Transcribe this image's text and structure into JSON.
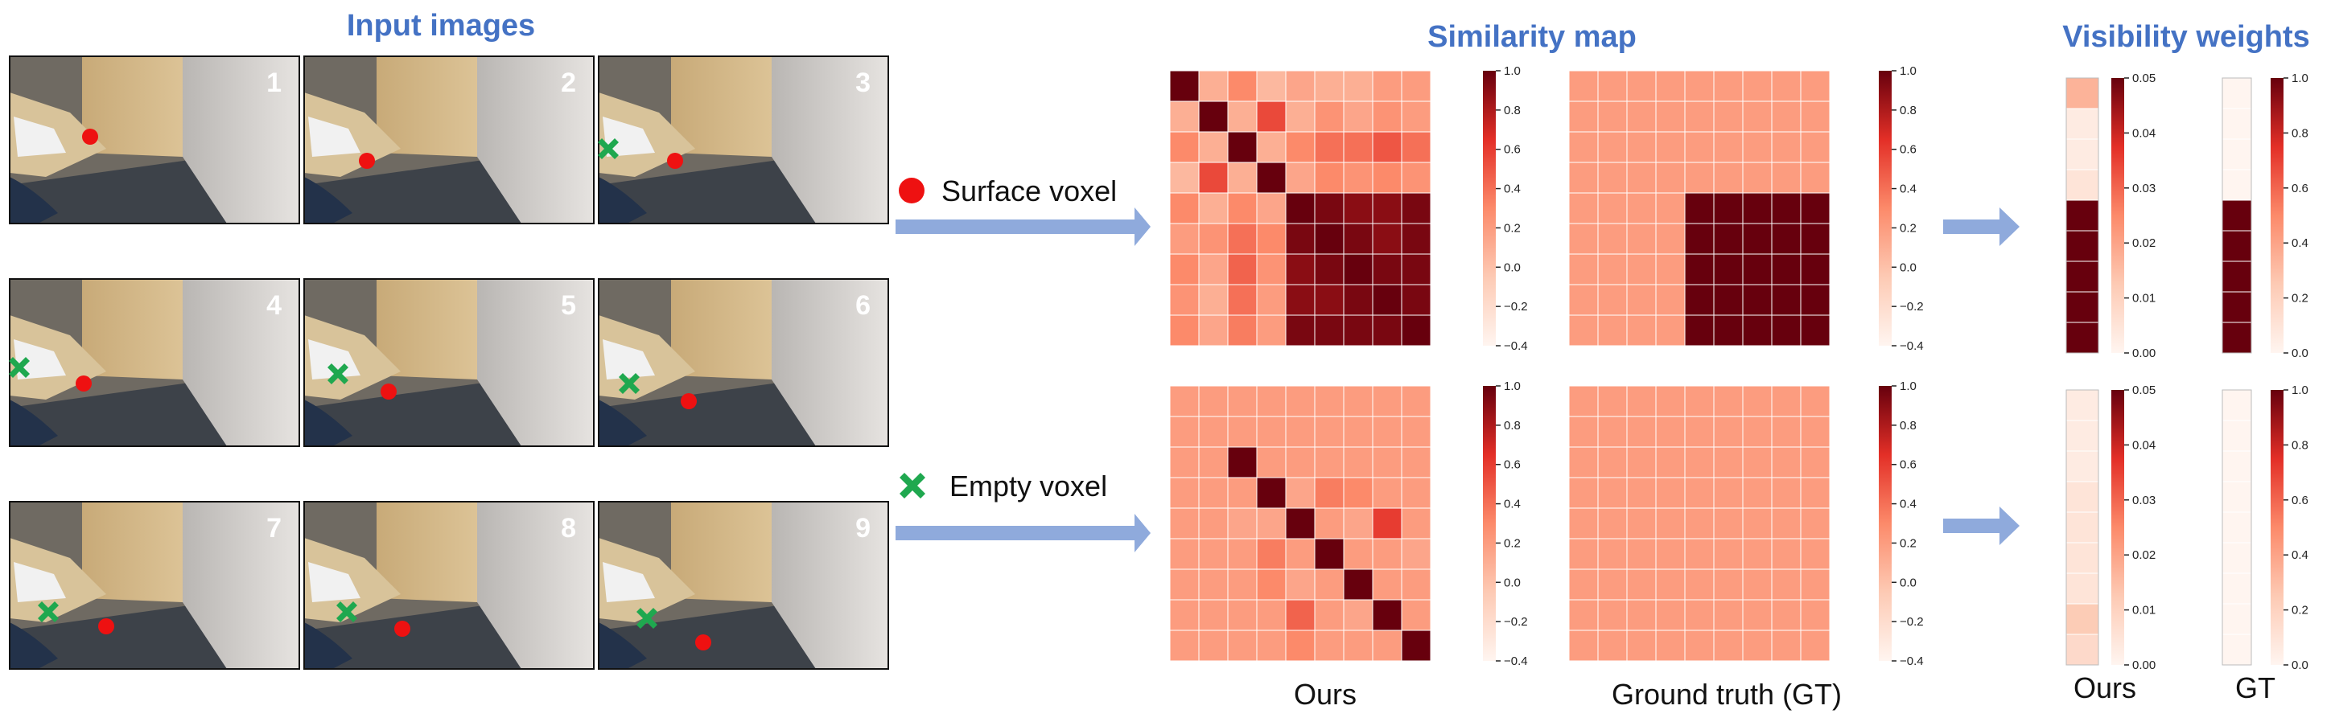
{
  "titles": {
    "input_images": "Input images",
    "similarity_map": "Similarity map",
    "visibility_weights": "Visibility weights"
  },
  "legend": {
    "surface": "Surface voxel",
    "empty": "Empty voxel"
  },
  "captions": {
    "ours_map": "Ours",
    "gt_map": "Ground truth (GT)",
    "ours_vis": "Ours",
    "gt_vis": "GT"
  },
  "image_numbers": [
    "1",
    "2",
    "3",
    "4",
    "5",
    "6",
    "7",
    "8",
    "9"
  ],
  "colors": {
    "title_blue": "#4472c4",
    "arrow": "#8faadc",
    "surface_marker": "#ee1111",
    "empty_marker": "#1fa84f",
    "cmap_low": "#fff5f0",
    "cmap_high": "#67000d"
  },
  "chart_data": [
    {
      "type": "heatmap",
      "panel": "ours-surface",
      "colorbar_ticks": [
        "1.0",
        "0.8",
        "0.6",
        "0.4",
        "0.2",
        "0.0",
        "−0.2",
        "−0.4"
      ],
      "colorbar_range": [
        -0.4,
        1.0
      ],
      "values": [
        [
          1.0,
          0.1,
          0.3,
          0.05,
          0.15,
          0.1,
          0.1,
          0.2,
          0.2
        ],
        [
          0.1,
          1.0,
          0.1,
          0.55,
          0.1,
          0.25,
          0.15,
          0.25,
          0.2
        ],
        [
          0.3,
          0.1,
          1.0,
          0.1,
          0.3,
          0.4,
          0.4,
          0.5,
          0.4
        ],
        [
          0.05,
          0.55,
          0.1,
          1.0,
          0.15,
          0.3,
          0.25,
          0.3,
          0.25
        ],
        [
          0.3,
          0.1,
          0.3,
          0.15,
          1.0,
          0.95,
          0.9,
          0.9,
          0.95
        ],
        [
          0.2,
          0.25,
          0.4,
          0.3,
          0.95,
          1.0,
          0.95,
          0.9,
          0.95
        ],
        [
          0.3,
          0.15,
          0.45,
          0.25,
          0.9,
          0.95,
          1.0,
          0.95,
          0.95
        ],
        [
          0.25,
          0.1,
          0.4,
          0.2,
          0.9,
          0.9,
          0.95,
          1.0,
          0.95
        ],
        [
          0.3,
          0.15,
          0.35,
          0.2,
          0.95,
          0.95,
          0.95,
          0.95,
          1.0
        ]
      ]
    },
    {
      "type": "heatmap",
      "panel": "gt-surface",
      "colorbar_ticks": [
        "1.0",
        "0.8",
        "0.6",
        "0.4",
        "0.2",
        "0.0",
        "−0.2",
        "−0.4"
      ],
      "colorbar_range": [
        -0.4,
        1.0
      ],
      "values": [
        [
          0.2,
          0.2,
          0.2,
          0.2,
          0.2,
          0.2,
          0.2,
          0.2,
          0.2
        ],
        [
          0.2,
          0.2,
          0.2,
          0.2,
          0.2,
          0.2,
          0.2,
          0.2,
          0.2
        ],
        [
          0.2,
          0.2,
          0.2,
          0.2,
          0.2,
          0.2,
          0.2,
          0.2,
          0.2
        ],
        [
          0.2,
          0.2,
          0.2,
          0.2,
          0.2,
          0.2,
          0.2,
          0.2,
          0.2
        ],
        [
          0.2,
          0.2,
          0.2,
          0.2,
          1.0,
          1.0,
          1.0,
          1.0,
          1.0
        ],
        [
          0.2,
          0.2,
          0.2,
          0.2,
          1.0,
          1.0,
          1.0,
          1.0,
          1.0
        ],
        [
          0.2,
          0.2,
          0.2,
          0.2,
          1.0,
          1.0,
          1.0,
          1.0,
          1.0
        ],
        [
          0.2,
          0.2,
          0.2,
          0.2,
          1.0,
          1.0,
          1.0,
          1.0,
          1.0
        ],
        [
          0.2,
          0.2,
          0.2,
          0.2,
          1.0,
          1.0,
          1.0,
          1.0,
          1.0
        ]
      ]
    },
    {
      "type": "heatmap",
      "panel": "ours-empty",
      "colorbar_ticks": [
        "1.0",
        "0.8",
        "0.6",
        "0.4",
        "0.2",
        "0.0",
        "−0.2",
        "−0.4"
      ],
      "colorbar_range": [
        -0.4,
        1.0
      ],
      "values": [
        [
          0.2,
          0.2,
          0.2,
          0.2,
          0.2,
          0.2,
          0.2,
          0.2,
          0.2
        ],
        [
          0.2,
          0.2,
          0.2,
          0.2,
          0.2,
          0.2,
          0.2,
          0.2,
          0.2
        ],
        [
          0.2,
          0.2,
          1.0,
          0.2,
          0.2,
          0.2,
          0.2,
          0.2,
          0.2
        ],
        [
          0.2,
          0.2,
          0.2,
          1.0,
          0.15,
          0.35,
          0.3,
          0.2,
          0.2
        ],
        [
          0.2,
          0.2,
          0.15,
          0.15,
          1.0,
          0.2,
          0.15,
          0.6,
          0.2
        ],
        [
          0.2,
          0.2,
          0.2,
          0.35,
          0.2,
          1.0,
          0.2,
          0.2,
          0.15
        ],
        [
          0.2,
          0.2,
          0.2,
          0.3,
          0.15,
          0.2,
          1.0,
          0.2,
          0.2
        ],
        [
          0.2,
          0.2,
          0.2,
          0.2,
          0.45,
          0.2,
          0.15,
          1.0,
          0.2
        ],
        [
          0.2,
          0.2,
          0.2,
          0.2,
          0.3,
          0.2,
          0.2,
          0.2,
          1.0
        ]
      ]
    },
    {
      "type": "heatmap",
      "panel": "gt-empty",
      "colorbar_ticks": [
        "1.0",
        "0.8",
        "0.6",
        "0.4",
        "0.2",
        "0.0",
        "−0.2",
        "−0.4"
      ],
      "colorbar_range": [
        -0.4,
        1.0
      ],
      "values": [
        [
          0.2,
          0.2,
          0.2,
          0.2,
          0.2,
          0.2,
          0.2,
          0.2,
          0.2
        ],
        [
          0.2,
          0.2,
          0.2,
          0.2,
          0.2,
          0.2,
          0.2,
          0.2,
          0.2
        ],
        [
          0.2,
          0.2,
          0.2,
          0.2,
          0.2,
          0.2,
          0.2,
          0.2,
          0.2
        ],
        [
          0.2,
          0.2,
          0.2,
          0.2,
          0.2,
          0.2,
          0.2,
          0.2,
          0.2
        ],
        [
          0.2,
          0.2,
          0.2,
          0.2,
          0.2,
          0.2,
          0.2,
          0.2,
          0.2
        ],
        [
          0.2,
          0.2,
          0.2,
          0.2,
          0.2,
          0.2,
          0.2,
          0.2,
          0.2
        ],
        [
          0.2,
          0.2,
          0.2,
          0.2,
          0.2,
          0.2,
          0.2,
          0.2,
          0.2
        ],
        [
          0.2,
          0.2,
          0.2,
          0.2,
          0.2,
          0.2,
          0.2,
          0.2,
          0.2
        ],
        [
          0.2,
          0.2,
          0.2,
          0.2,
          0.2,
          0.2,
          0.2,
          0.2,
          0.2
        ]
      ]
    },
    {
      "type": "heatmap",
      "panel": "vis-ours-surface",
      "colorbar_ticks": [
        "0.05",
        "0.04",
        "0.03",
        "0.02",
        "0.01",
        "0.00"
      ],
      "colorbar_range": [
        0.0,
        0.05
      ],
      "values": [
        0.017,
        0.003,
        0.003,
        0.005,
        0.05,
        0.05,
        0.05,
        0.05,
        0.05
      ]
    },
    {
      "type": "heatmap",
      "panel": "vis-gt-surface",
      "colorbar_ticks": [
        "1.0",
        "0.8",
        "0.6",
        "0.4",
        "0.2",
        "0.0"
      ],
      "colorbar_range": [
        0.0,
        1.0
      ],
      "values": [
        0.0,
        0.0,
        0.0,
        0.0,
        1.0,
        1.0,
        1.0,
        1.0,
        1.0
      ]
    },
    {
      "type": "heatmap",
      "panel": "vis-ours-empty",
      "colorbar_ticks": [
        "0.05",
        "0.04",
        "0.03",
        "0.02",
        "0.01",
        "0.00"
      ],
      "colorbar_range": [
        0.0,
        0.05
      ],
      "values": [
        0.003,
        0.003,
        0.003,
        0.005,
        0.005,
        0.005,
        0.005,
        0.012,
        0.008
      ]
    },
    {
      "type": "heatmap",
      "panel": "vis-gt-empty",
      "colorbar_ticks": [
        "1.0",
        "0.8",
        "0.6",
        "0.4",
        "0.2",
        "0.0"
      ],
      "colorbar_range": [
        0.0,
        1.0
      ],
      "values": [
        0.0,
        0.0,
        0.0,
        0.0,
        0.0,
        0.0,
        0.0,
        0.0,
        0.0
      ]
    }
  ]
}
